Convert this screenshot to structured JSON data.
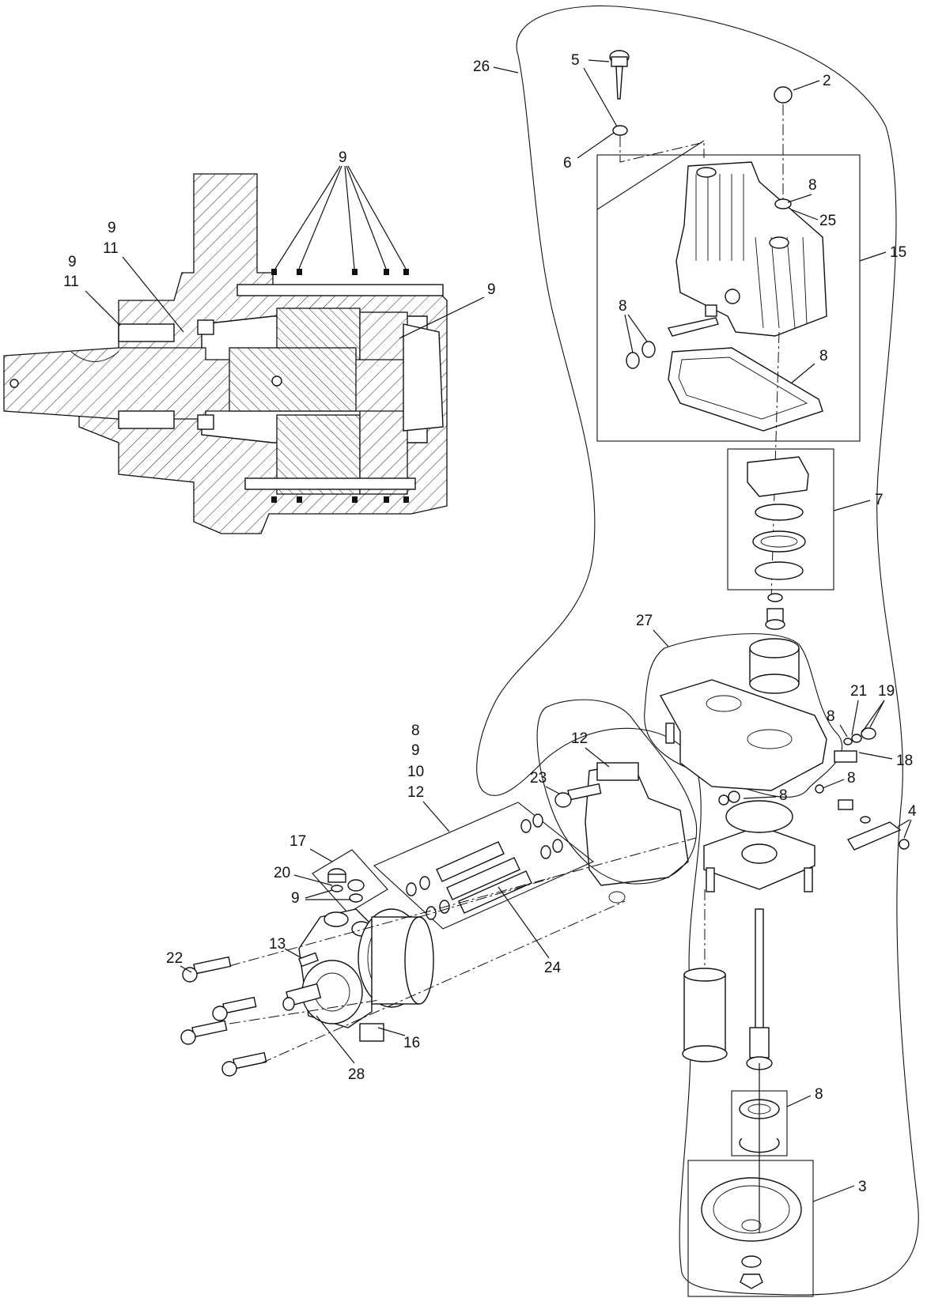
{
  "callouts": {
    "c2": "2",
    "c3": "3",
    "c4": "4",
    "c5": "5",
    "c6": "6",
    "c7": "7",
    "c8_top": "8",
    "c8_lever": "8",
    "c8_gasket": "8",
    "c8_side1": "8",
    "c8_side2": "8",
    "c8_side3": "8",
    "c8_bearing": "8",
    "c8_stack": "8",
    "c9_left": "9",
    "c9_left2": "9",
    "c9_top": "9",
    "c9_right": "9",
    "c9_stack": "9",
    "c9_kit": "9",
    "c10": "10",
    "c11_left": "11",
    "c11_left2": "11",
    "c12_stack": "12",
    "c12_housing": "12",
    "c13": "13",
    "c15": "15",
    "c16": "16",
    "c17": "17",
    "c18": "18",
    "c19": "19",
    "c20": "20",
    "c21": "21",
    "c22": "22",
    "c23": "23",
    "c24": "24",
    "c25": "25",
    "c26": "26",
    "c27": "27",
    "c28": "28"
  },
  "colors": {
    "line": "#111111",
    "background": "#ffffff"
  }
}
